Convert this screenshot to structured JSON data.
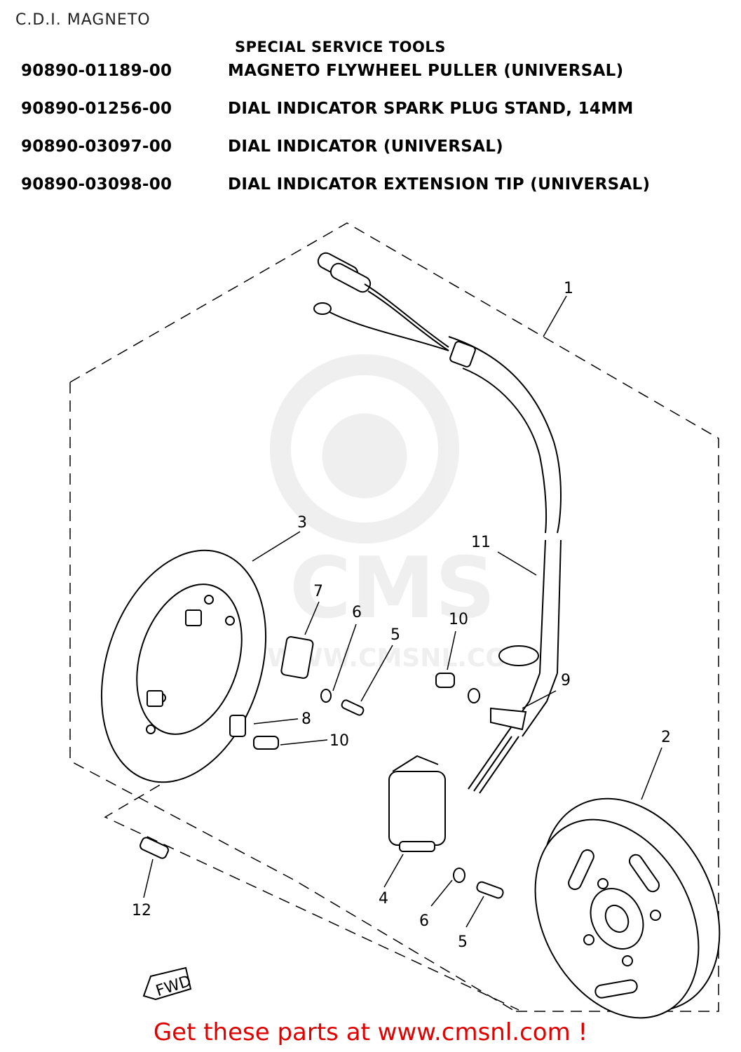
{
  "page_title": "C.D.I. MAGNETO",
  "special_tools": {
    "heading": "SPECIAL SERVICE TOOLS",
    "rows": [
      {
        "part": "90890-01189-00",
        "desc": "MAGNETO FLYWHEEL PULLER (UNIVERSAL)"
      },
      {
        "part": "90890-01256-00",
        "desc": "DIAL INDICATOR SPARK PLUG STAND, 14MM"
      },
      {
        "part": "90890-03097-00",
        "desc": "DIAL INDICATOR (UNIVERSAL)"
      },
      {
        "part": "90890-03098-00",
        "desc": "DIAL INDICATOR EXTENSION TIP (UNIVERSAL)"
      }
    ]
  },
  "diagram": {
    "callouts": [
      "1",
      "2",
      "3",
      "4",
      "5",
      "6",
      "7",
      "8",
      "9",
      "10",
      "11",
      "12",
      "10",
      "6",
      "5"
    ],
    "fwd_label": "FWD",
    "watermark_text": "CMS",
    "watermark_url": "WWW.CMSNL.COM"
  },
  "footer": {
    "text": "Get these parts at www.cmsnl.com !",
    "color": "#e00000"
  }
}
